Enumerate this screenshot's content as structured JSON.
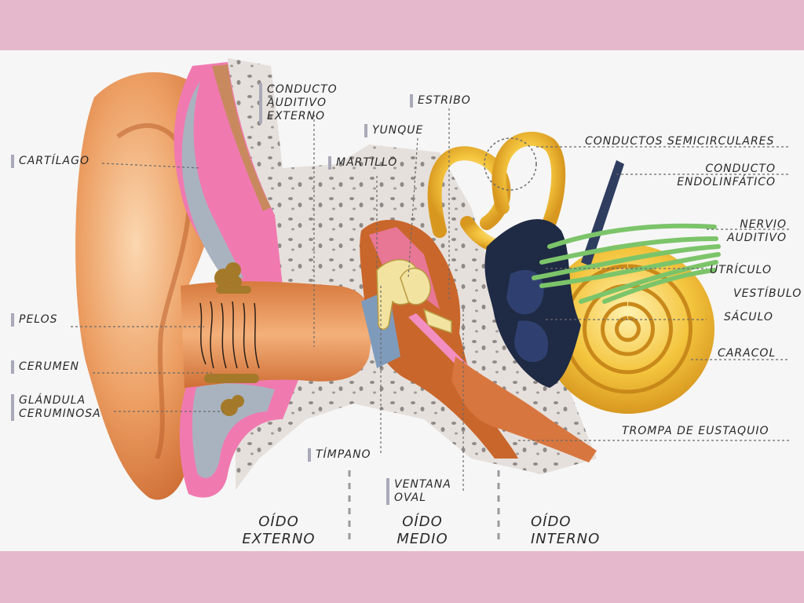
{
  "labels": {
    "conducto_auditivo": [
      "Conducto",
      "auditivo",
      "externo"
    ],
    "estribo": "Estribo",
    "yunque": "Yunque",
    "martillo": "Martillo",
    "cartilago": "Cartílago",
    "pelos": "Pelos",
    "cerumen": "Cerumen",
    "glandula": [
      "Glándula",
      "ceruminosa"
    ],
    "conductos_semicirculares": "Conductos semicirculares",
    "conducto_endolinfatico": [
      "Conducto",
      "endolinfático"
    ],
    "nervio_auditivo": [
      "Nervio",
      "auditivo"
    ],
    "utriculo": "Utrículo",
    "vestibulo": "Vestíbulo",
    "saculo": "Sáculo",
    "caracol": "Caracol",
    "trompa": "Trompa de Eustaquio",
    "timpano": "Tímpano",
    "ventana": [
      "Ventana",
      "oval"
    ]
  },
  "regions": {
    "externo": [
      "Oído",
      "externo"
    ],
    "medio": [
      "Oído",
      "medio"
    ],
    "interno": [
      "Oído",
      "interno"
    ]
  },
  "colors": {
    "band": "#e6b8cb",
    "skin": "#e79a5a",
    "bone": "#e2dcd8",
    "cartilage": "#a9b3c0",
    "pink": "#f07ab0",
    "ossicle": "#f2e3a0",
    "inner_ear": "#f0c040",
    "nerve": "#7cc46a",
    "vestibule": "#1f2a44"
  }
}
